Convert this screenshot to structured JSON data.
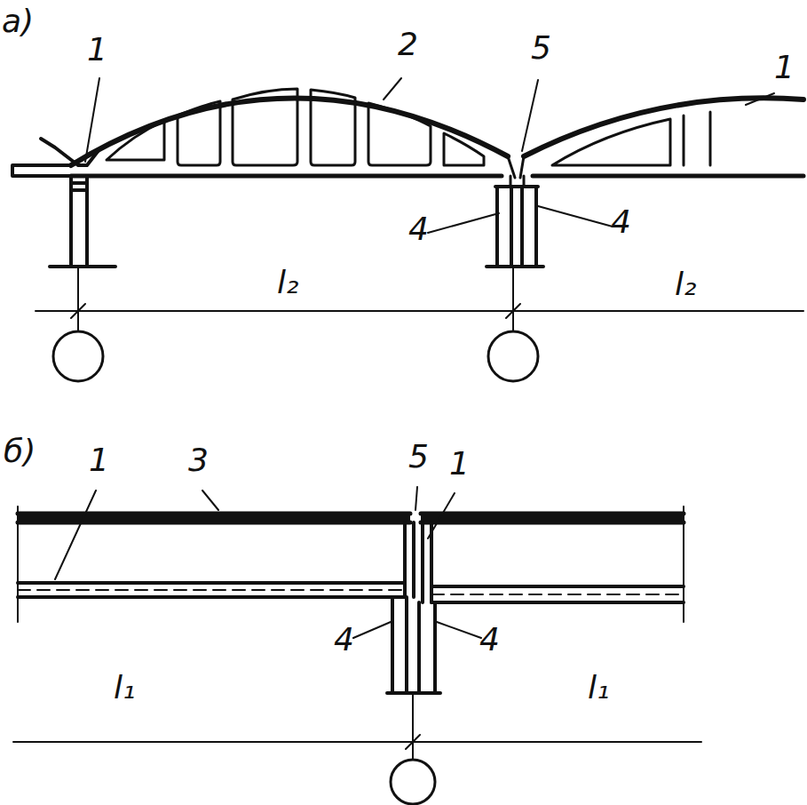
{
  "diagram": {
    "labels": [
      "а)",
      "1",
      "2",
      "5",
      "1",
      "4",
      "4",
      "l₂",
      "l₂",
      "б)",
      "1",
      "3",
      "5",
      "1",
      "4",
      "4",
      "l₁",
      "l₁"
    ]
  }
}
